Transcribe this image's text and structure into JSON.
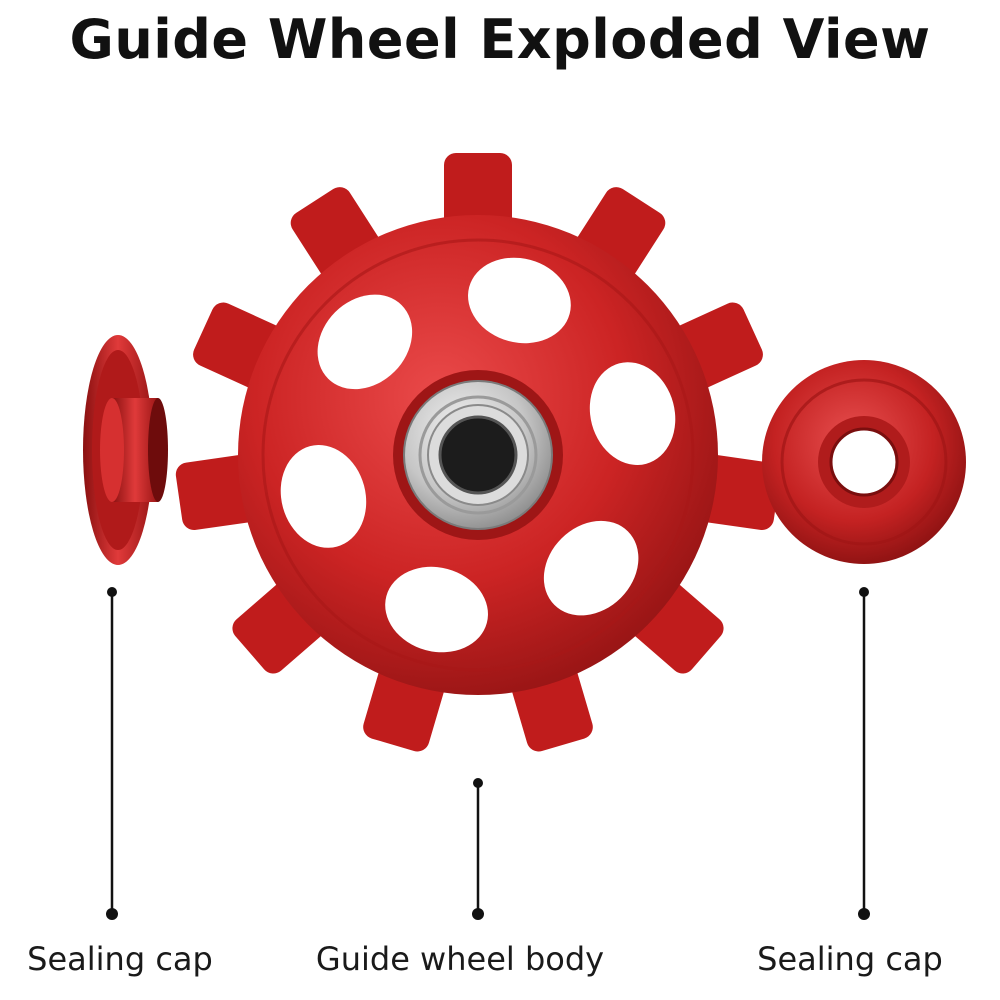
{
  "title": "Guide Wheel Exploded View",
  "parts": [
    {
      "label": "Sealing cap"
    },
    {
      "label": "Guide wheel body"
    },
    {
      "label": "Sealing cap"
    }
  ],
  "colors": {
    "anodized_red": "#c81e1e",
    "bearing_silver": "#c9c9c9",
    "leader_line": "#111111"
  },
  "guide_wheel": {
    "teeth": 11,
    "spoke_holes": 6
  }
}
